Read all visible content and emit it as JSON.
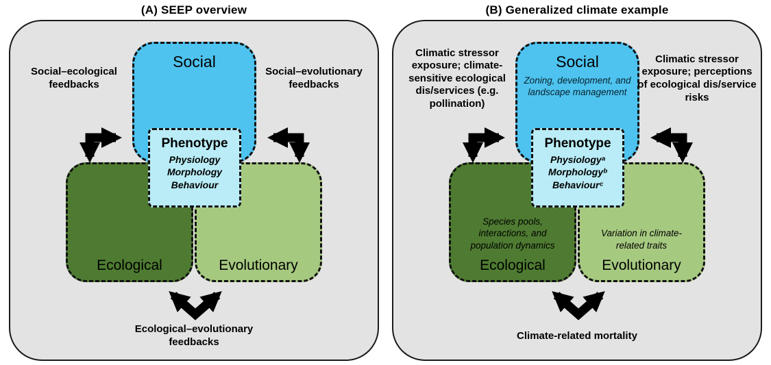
{
  "colors": {
    "panel_bg": "#e3e3e3",
    "social": "#4ec3ef",
    "phenotype": "#b9ecf6",
    "ecological": "#4e7b31",
    "evolutionary": "#a6c980",
    "arrow": "#000000"
  },
  "panels": [
    {
      "title": "(A) SEEP overview",
      "social": {
        "label": "Social",
        "sub": ""
      },
      "phenotype": {
        "label": "Phenotype",
        "lines": [
          "Physiology",
          "Morphology",
          "Behaviour"
        ]
      },
      "ecological": {
        "label": "Ecological",
        "sub": ""
      },
      "evolutionary": {
        "label": "Evolutionary",
        "sub": ""
      },
      "left_label": "Social–ecological feedbacks",
      "right_label": "Social–evolutionary feedbacks",
      "bottom_label": "Ecological–evolutionary feedbacks"
    },
    {
      "title": "(B) Generalized climate example",
      "social": {
        "label": "Social",
        "sub": "Zoning, development, and landscape management"
      },
      "phenotype": {
        "label": "Phenotype",
        "lines": [
          "Physiologyᵃ",
          "Morphologyᵇ",
          "Behaviourᶜ"
        ]
      },
      "ecological": {
        "label": "Ecological",
        "sub": "Species pools, interactions, and population dynamics"
      },
      "evolutionary": {
        "label": "Evolutionary",
        "sub": "Variation in climate-related traits"
      },
      "left_label": "Climatic stressor exposure; climate-sensitive ecological dis/services (e.g. pollination)",
      "right_label": "Climatic stressor exposure; perceptions of ecological dis/service risks",
      "bottom_label": "Climate-related mortality"
    }
  ]
}
